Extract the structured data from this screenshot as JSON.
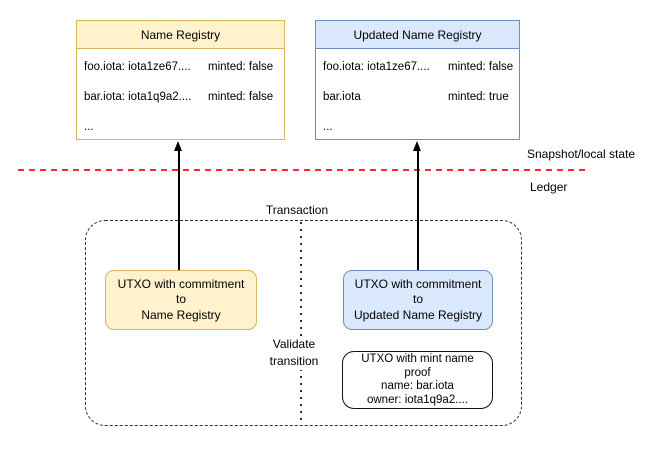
{
  "labels": {
    "snapshot": "Snapshot/local state",
    "ledger": "Ledger",
    "transaction": "Transaction",
    "validate": "Validate\ntransition"
  },
  "left_registry": {
    "title": "Name Registry",
    "rows": [
      {
        "name": "foo.iota: iota1ze67....",
        "minted": "minted: false"
      },
      {
        "name": "bar.iota: iota1q9a2....",
        "minted": "minted: false"
      },
      {
        "name": "...",
        "minted": ""
      }
    ]
  },
  "right_registry": {
    "title": "Updated Name Registry",
    "rows": [
      {
        "name": "foo.iota: iota1ze67....",
        "minted": "minted: false"
      },
      {
        "name": "bar.iota",
        "minted": "minted: true"
      },
      {
        "name": "...",
        "minted": ""
      }
    ]
  },
  "utxo_left": {
    "label": "UTXO with commitment to\nName Registry"
  },
  "utxo_right": {
    "label": "UTXO with commitment to\nUpdated Name Registry"
  },
  "mint_proof": {
    "label": "UTXO with mint name\nproof\nname: bar.iota\nowner: iota1q9a2...."
  },
  "colors": {
    "registry_yellow_fill": "#FFF2CC",
    "registry_yellow_border": "#D6B656",
    "registry_blue_fill": "#DAE8FC",
    "registry_blue_border": "#6C8EBF",
    "divider_red": "#FF2A2A"
  }
}
